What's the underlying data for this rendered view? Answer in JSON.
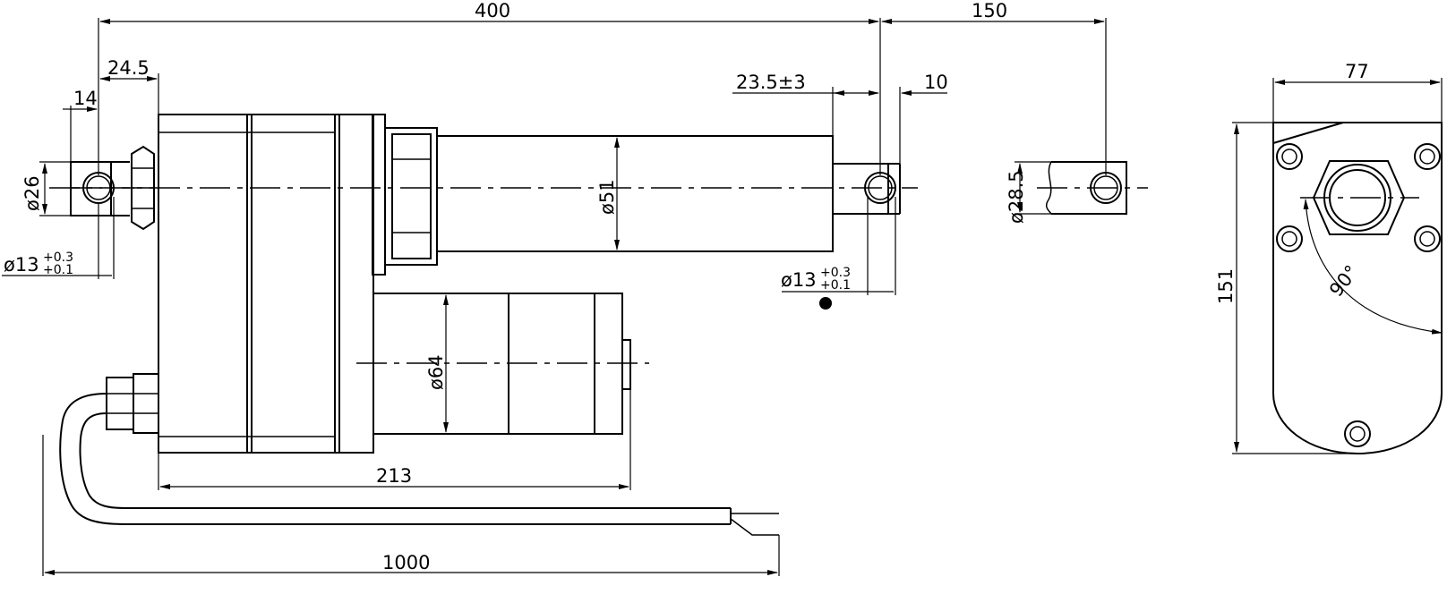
{
  "dimensions": {
    "stroke_length": "400",
    "rod_eye_to_mount": "150",
    "rear_pin_offset": "24.5",
    "rear_clevis_width": "14",
    "rod_eye_offset": "23.5±3",
    "rod_eye_thickness": "10",
    "rear_eye_diameter": "ø26",
    "rear_hole_base": "ø13",
    "rear_hole_tol_plus": "+0.3",
    "rear_hole_tol_minus": "+0.1",
    "rod_diameter": "ø51",
    "front_hole_base": "ø13",
    "front_hole_tol_plus": "+0.3",
    "front_hole_tol_minus": "+0.1",
    "motor_diameter": "ø64",
    "body_length": "213",
    "cable_length": "1000",
    "side_eye_diameter": "ø28.5",
    "end_width": "77",
    "end_height": "151",
    "rotation_angle": "90°"
  }
}
